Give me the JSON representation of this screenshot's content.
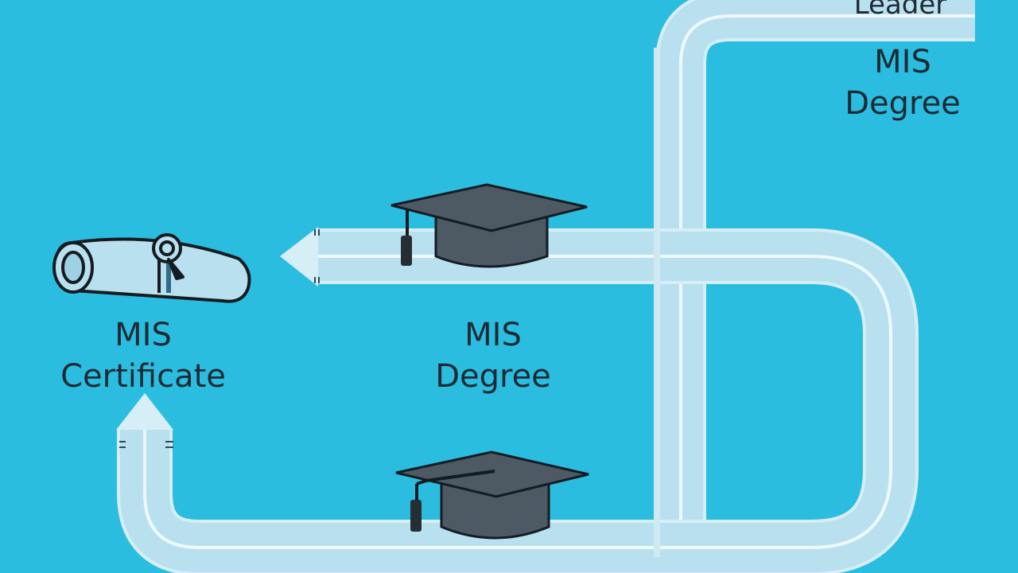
{
  "labels": {
    "leader": "Leader",
    "cert_line1": "MIS",
    "cert_line2": "Certificate",
    "degree_mid_line1": "MIS",
    "degree_mid_line2": "Degree",
    "degree_top_line1": "MIS",
    "degree_top_line2": "Degree"
  },
  "icons": {
    "diploma": "diploma-scroll-icon",
    "cap_middle": "graduation-cap-icon",
    "cap_bottom": "graduation-cap-icon"
  },
  "colors": {
    "background": "#2bbde0",
    "road_fill": "#b9e0ee",
    "road_edge": "#eef9fd",
    "cap": "#4d5a63",
    "text": "#1d2a33"
  }
}
